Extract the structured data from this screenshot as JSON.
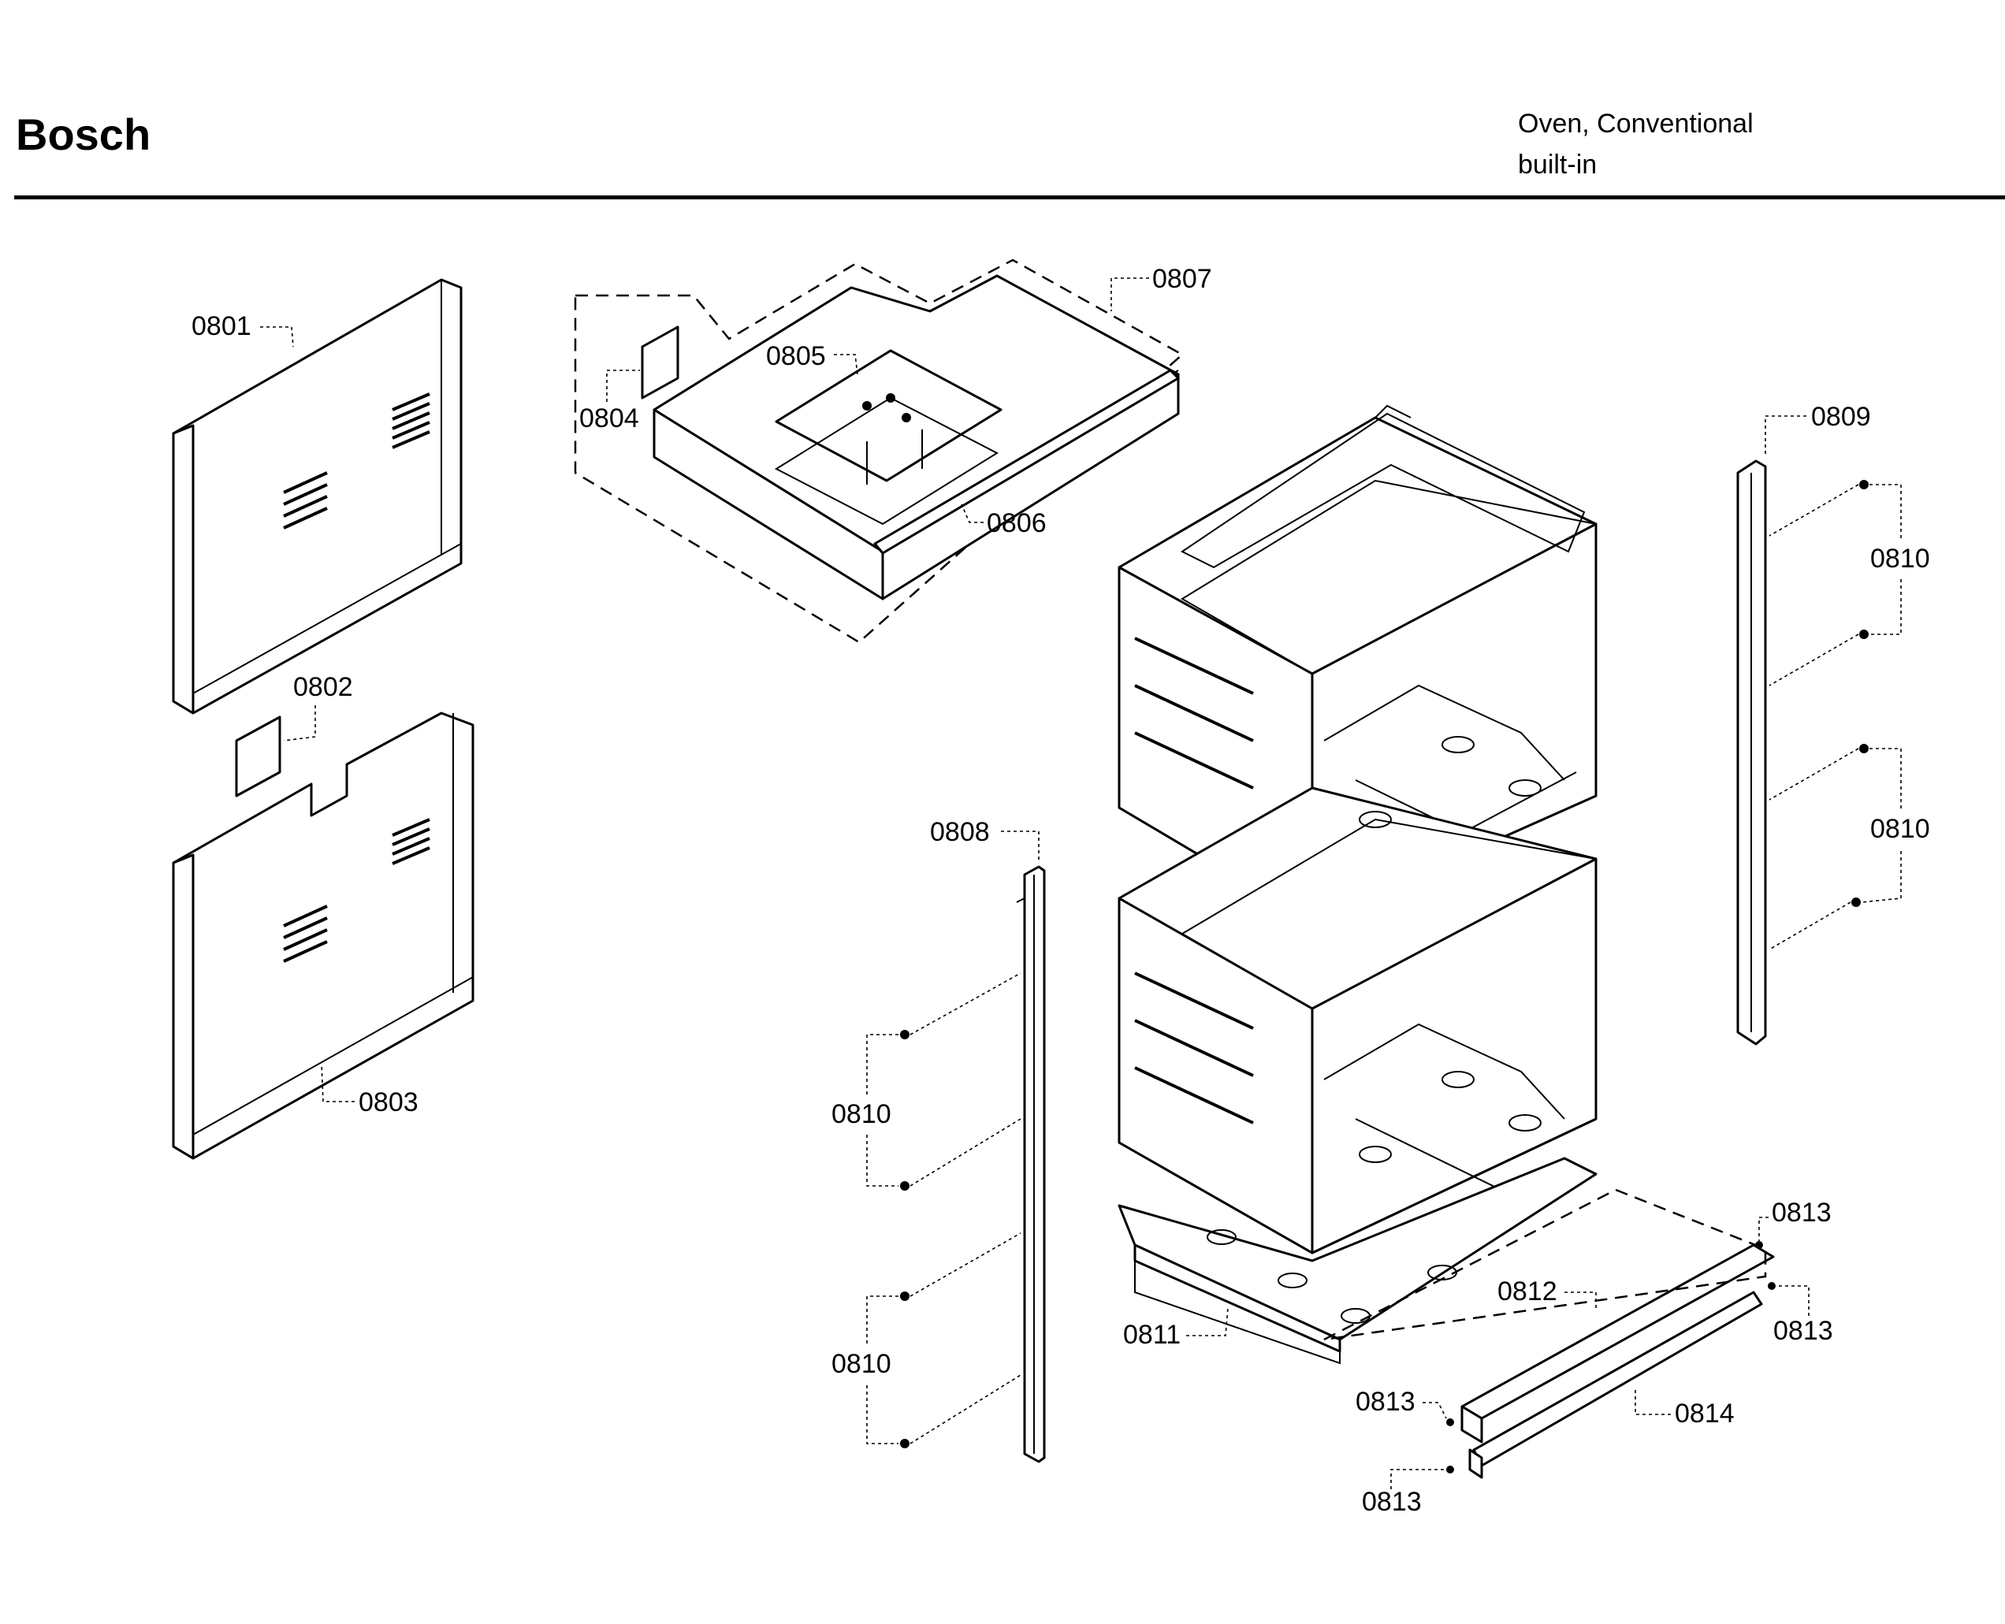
{
  "header": {
    "brand": "Bosch",
    "product_line1": "Oven, Conventional",
    "product_line2": "built-in"
  },
  "callouts": [
    {
      "id": "c0801",
      "label": "0801"
    },
    {
      "id": "c0802",
      "label": "0802"
    },
    {
      "id": "c0803",
      "label": "0803"
    },
    {
      "id": "c0804",
      "label": "0804"
    },
    {
      "id": "c0805",
      "label": "0805"
    },
    {
      "id": "c0806",
      "label": "0806"
    },
    {
      "id": "c0807",
      "label": "0807"
    },
    {
      "id": "c0808",
      "label": "0808"
    },
    {
      "id": "c0809",
      "label": "0809"
    },
    {
      "id": "c0810a",
      "label": "0810"
    },
    {
      "id": "c0810b",
      "label": "0810"
    },
    {
      "id": "c0810c",
      "label": "0810"
    },
    {
      "id": "c0810d",
      "label": "0810"
    },
    {
      "id": "c0811",
      "label": "0811"
    },
    {
      "id": "c0812",
      "label": "0812"
    },
    {
      "id": "c0813a",
      "label": "0813"
    },
    {
      "id": "c0813b",
      "label": "0813"
    },
    {
      "id": "c0813c",
      "label": "0813"
    },
    {
      "id": "c0813d",
      "label": "0813"
    },
    {
      "id": "c0814",
      "label": "0814"
    }
  ]
}
